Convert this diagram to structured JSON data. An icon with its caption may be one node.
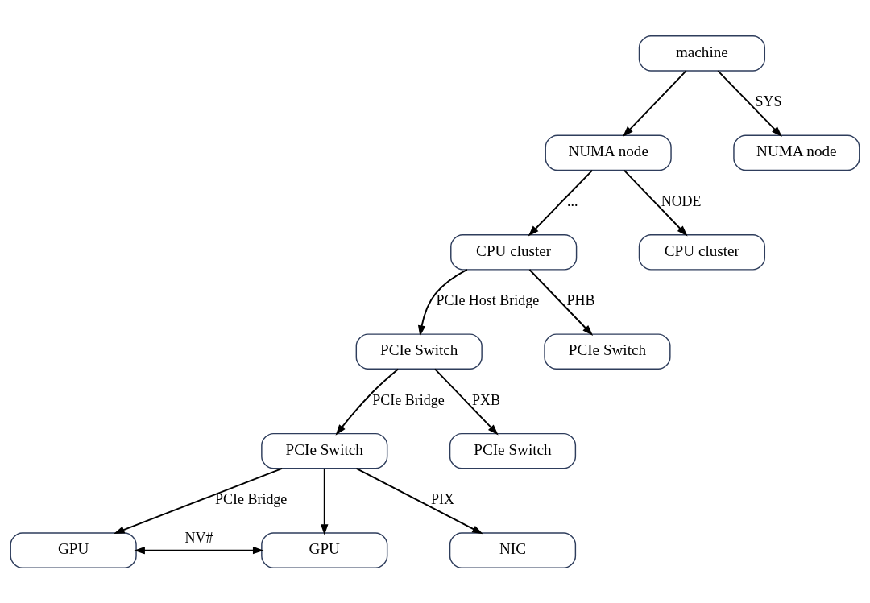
{
  "diagram": {
    "nodes": [
      {
        "text": [
          "machine"
        ]
      },
      {
        "text": [
          "NUMA node"
        ]
      },
      {
        "text": [
          "NUMA node"
        ]
      },
      {
        "text": [
          "CPU cluster"
        ]
      },
      {
        "text": [
          "CPU cluster"
        ]
      },
      {
        "text": [
          "PCIe Switch"
        ]
      },
      {
        "text": [
          "PCIe Switch"
        ]
      },
      {
        "text": [
          "PCIe Switch"
        ]
      },
      {
        "text": [
          "PCIe Switch"
        ]
      },
      {
        "text": [
          "GPU"
        ]
      },
      {
        "text": [
          "GPU"
        ]
      },
      {
        "text": [
          "NIC"
        ]
      }
    ],
    "edges": [
      {
        "from": 0,
        "to": 1,
        "arrow": "to"
      },
      {
        "from": 0,
        "to": 2,
        "arrow": "to",
        "label": "SYS"
      },
      {
        "from": 1,
        "to": 3,
        "arrow": "to",
        "label": "..."
      },
      {
        "from": 1,
        "to": 4,
        "arrow": "to",
        "label": "NODE"
      },
      {
        "from": 3,
        "to": 5,
        "arrow": "to",
        "label": "PCIe Host Bridge"
      },
      {
        "from": 3,
        "to": 6,
        "arrow": "to",
        "label": "PHB"
      },
      {
        "from": 5,
        "to": 7,
        "arrow": "to",
        "label": "PCIe Bridge"
      },
      {
        "from": 5,
        "to": 8,
        "arrow": "to",
        "label": "PXB"
      },
      {
        "from": 7,
        "to": 9,
        "arrow": "to",
        "label": "PCIe Bridge"
      },
      {
        "from": 7,
        "to": 10,
        "arrow": "to"
      },
      {
        "from": 7,
        "to": 11,
        "arrow": "to",
        "label": "PIX"
      },
      {
        "from": 9,
        "to": 10,
        "arrow": "both",
        "label": "NV#"
      }
    ]
  }
}
